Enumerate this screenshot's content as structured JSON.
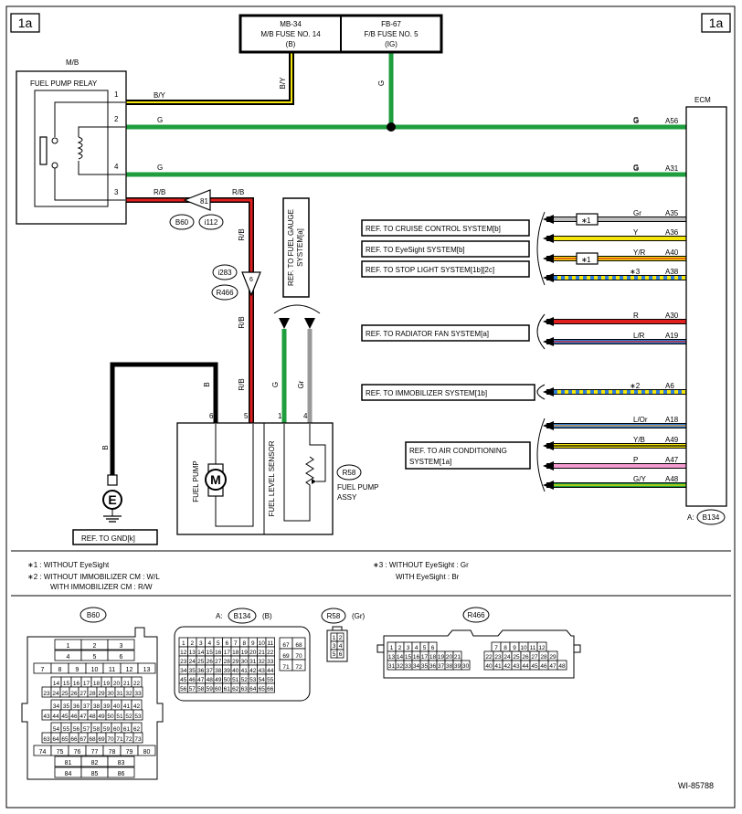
{
  "page_tag": "1a",
  "figure_id": "WI-85788",
  "fuses": [
    {
      "line1": "MB-34",
      "line2": "M/B FUSE NO. 14",
      "line3": "(B)"
    },
    {
      "line1": "FB-67",
      "line2": "F/B FUSE NO. 5",
      "line3": "(IG)"
    }
  ],
  "mb_label": "M/B",
  "relay_title": "FUEL PUMP RELAY",
  "relay_pins": [
    "1",
    "2",
    "4",
    "3"
  ],
  "ecm_label": "ECM",
  "ecm_connector": {
    "prefix": "A:",
    "code": "B134"
  },
  "wires": {
    "by": "B/Y",
    "g": "G",
    "rb": "R/B",
    "b": "B",
    "gr": "Gr"
  },
  "connectors_inline": {
    "pin81": "81",
    "b60": "B60",
    "i112": "i112",
    "pin6": "6",
    "i283": "i283",
    "r466": "R466"
  },
  "ecm_pins": [
    {
      "pin": "A56",
      "wire": "G"
    },
    {
      "pin": "A31",
      "wire": "G"
    },
    {
      "pin": "A35",
      "wire": "Gr"
    },
    {
      "pin": "A36",
      "wire": "Y"
    },
    {
      "pin": "A40",
      "wire": "Y/R"
    },
    {
      "pin": "A38",
      "wire": "*3"
    },
    {
      "pin": "A30",
      "wire": "R"
    },
    {
      "pin": "A19",
      "wire": "L/R"
    },
    {
      "pin": "A6",
      "wire": "*2"
    },
    {
      "pin": "A18",
      "wire": "L/Or"
    },
    {
      "pin": "A49",
      "wire": "Y/B"
    },
    {
      "pin": "A47",
      "wire": "P"
    },
    {
      "pin": "A48",
      "wire": "G/Y"
    }
  ],
  "star1": "1",
  "refs": {
    "cruise": "REF. TO CRUISE CONTROL SYSTEM[b]",
    "eyesight": "REF. TO EyeSight SYSTEM[b]",
    "stoplight": "REF. TO STOP LIGHT SYSTEM[1b][2c]",
    "radiator": "REF. TO RADIATOR FAN SYSTEM[a]",
    "immobilizer": "REF. TO IMMOBILIZER SYSTEM[1b]",
    "aircon1": "REF. TO AIR CONDITIONING",
    "aircon2": "SYSTEM[1a]",
    "fuelgauge1": "REF. TO FUEL GAUGE",
    "fuelgauge2": "SYSTEM[a]",
    "gnd": "REF. TO GND[k]"
  },
  "pump_assy": {
    "pins": [
      "6",
      "5",
      "1",
      "4"
    ],
    "pump_label": "FUEL PUMP",
    "motor": "M",
    "sensor_label": "FUEL LEVEL SENSOR",
    "code": "R58",
    "assy1": "FUEL PUMP",
    "assy2": "ASSY"
  },
  "ground": "E",
  "notes": {
    "n1": "∗1  : WITHOUT EyeSight",
    "n2a": "∗2  : WITHOUT IMMOBILIZER CM  : W/L",
    "n2b": "WITH IMMOBILIZER CM : R/W",
    "n3a": "∗3  : WITHOUT EyeSight : Gr",
    "n3b": "WITH EyeSight : Br"
  },
  "bottom_connectors": {
    "b60": {
      "code": "B60",
      "rows": [
        [
          "1",
          "2",
          "3"
        ],
        [
          "4",
          "5",
          "6"
        ],
        [
          "7",
          "8",
          "9",
          "10",
          "11",
          "12",
          "13"
        ],
        [
          "14",
          "15",
          "16",
          "17",
          "18",
          "19",
          "20",
          "21",
          "22"
        ],
        [
          "23",
          "24",
          "25",
          "26",
          "27",
          "28",
          "29",
          "30",
          "31",
          "32",
          "33"
        ],
        [
          "34",
          "35",
          "36",
          "37",
          "38",
          "39",
          "40",
          "41",
          "42"
        ],
        [
          "43",
          "44",
          "45",
          "46",
          "47",
          "48",
          "49",
          "50",
          "51",
          "52",
          "53"
        ],
        [
          "54",
          "55",
          "56",
          "57",
          "58",
          "59",
          "60",
          "61",
          "62"
        ],
        [
          "63",
          "64",
          "65",
          "66",
          "67",
          "68",
          "69",
          "70",
          "71",
          "72",
          "73"
        ],
        [
          "74",
          "75",
          "76",
          "77",
          "78",
          "79",
          "80"
        ],
        [
          "81",
          "82",
          "83"
        ],
        [
          "84",
          "85",
          "86"
        ]
      ]
    },
    "b134": {
      "prefix": "A:",
      "code": "B134",
      "color": "(B)",
      "rows": [
        [
          "1",
          "2",
          "3",
          "4",
          "5",
          "6",
          "7",
          "8",
          "9",
          "10",
          "11"
        ],
        [
          "12",
          "13",
          "14",
          "15",
          "16",
          "17",
          "18",
          "19",
          "20",
          "21",
          "22"
        ],
        [
          "23",
          "24",
          "25",
          "26",
          "27",
          "28",
          "29",
          "30",
          "31",
          "32",
          "33"
        ],
        [
          "34",
          "35",
          "36",
          "37",
          "38",
          "39",
          "40",
          "41",
          "42",
          "43",
          "44"
        ],
        [
          "45",
          "46",
          "47",
          "48",
          "49",
          "50",
          "51",
          "52",
          "53",
          "54",
          "55"
        ],
        [
          "56",
          "57",
          "58",
          "59",
          "60",
          "61",
          "62",
          "63",
          "64",
          "65",
          "66"
        ]
      ],
      "side": [
        [
          "67",
          "68"
        ],
        [
          "69",
          "70"
        ],
        [
          "71",
          "72"
        ]
      ]
    },
    "r58": {
      "code": "R58",
      "color": "(Gr)",
      "rows": [
        [
          "1",
          "2"
        ],
        [
          "3",
          "4"
        ],
        [
          "5",
          "6"
        ]
      ]
    },
    "r466": {
      "code": "R466",
      "left": [
        [
          "1",
          "2",
          "3",
          "4",
          "5",
          "6"
        ],
        [
          "13",
          "14",
          "15",
          "16",
          "17",
          "18",
          "19",
          "20",
          "21"
        ],
        [
          "31",
          "32",
          "33",
          "34",
          "35",
          "36",
          "37",
          "38",
          "39",
          "30"
        ]
      ],
      "right": [
        [
          "7",
          "8",
          "9",
          "10",
          "11",
          "12"
        ],
        [
          "22",
          "23",
          "24",
          "25",
          "26",
          "27",
          "28",
          "29"
        ],
        [
          "40",
          "41",
          "42",
          "43",
          "44",
          "45",
          "46",
          "47",
          "48"
        ]
      ]
    }
  },
  "colors": {
    "G": "#1e9e3c",
    "R": "#e01f1f",
    "Y": "#f4e60a",
    "L": "#2f7fd8",
    "P": "#f39ad0",
    "Gr": "#bdbdbd",
    "Or": "#f09a2e",
    "B": "#000000"
  }
}
